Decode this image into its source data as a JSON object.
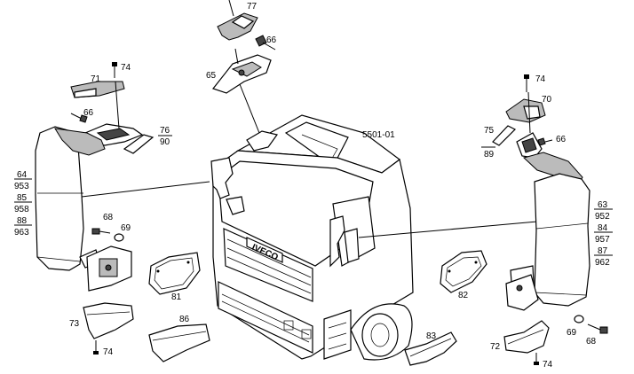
{
  "drawing_code": "5501-01",
  "callouts": {
    "c77": "77",
    "c66_top": "66",
    "c65": "65",
    "c74_topleft": "74",
    "c71": "71",
    "c66_left": "66",
    "c76": "76",
    "c90": "90",
    "c74_right": "74",
    "c70": "70",
    "c75": "75",
    "c89": "89",
    "c66_right": "66",
    "c68_left": "68",
    "c69_left": "69",
    "c81": "81",
    "c82": "82",
    "c73": "73",
    "c74_bottomleft": "74",
    "c86": "86",
    "c83": "83",
    "c72": "72",
    "c74_bottomright": "74",
    "c69_right": "69",
    "c68_right": "68"
  },
  "left_stack": [
    "64",
    "953",
    "85",
    "958",
    "88",
    "963"
  ],
  "right_stack": [
    "63",
    "952",
    "84",
    "957",
    "87",
    "962"
  ],
  "cab_badge": "IVECO"
}
